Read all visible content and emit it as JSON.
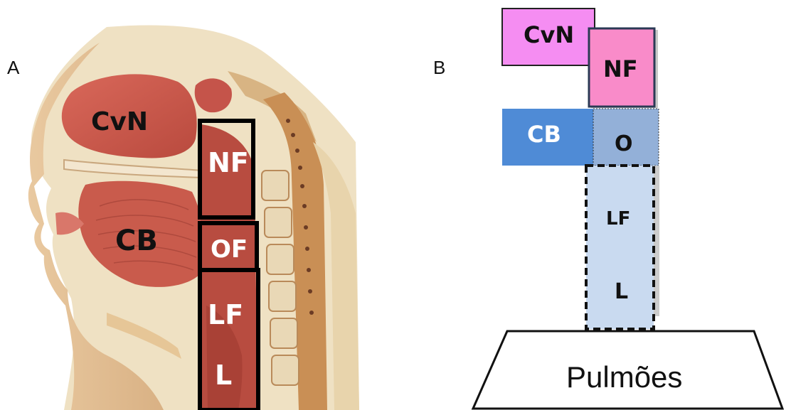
{
  "panel_a": {
    "letter": "A",
    "labels": {
      "cavity_nasal": "CvN",
      "cavity_oral": "CB",
      "nasopharynx": "NF",
      "oropharynx": "OF",
      "laryngopharynx": "LF",
      "larynx": "L"
    }
  },
  "panel_b": {
    "letter": "B",
    "blocks": {
      "cavity_nasal": "CvN",
      "nasopharynx": "NF",
      "cavity_oral": "CB",
      "oropharynx": "O",
      "laryngopharynx": "LF",
      "larynx": "L"
    },
    "lungs": "Pulmões"
  },
  "colors": {
    "cvn": "#f58df2",
    "nf": "#f98bc9",
    "cb": "#4f8bd6",
    "o": "#93b0d8",
    "lf": "#c9daf0"
  }
}
